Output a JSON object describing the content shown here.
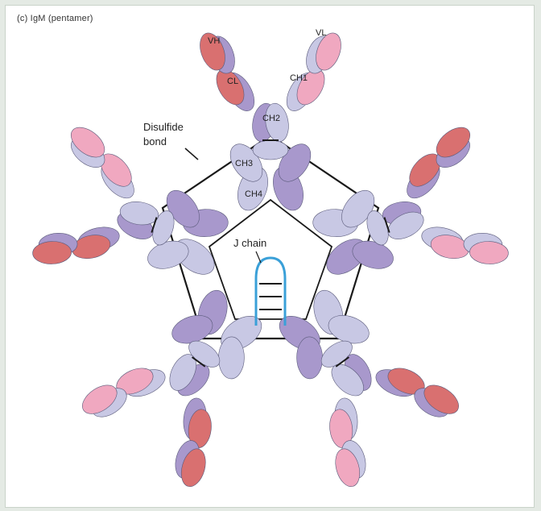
{
  "figure": {
    "caption": "(c) IgM (pentamer)"
  },
  "labels": {
    "disulfide_bond": [
      "Disulfide",
      "bond"
    ],
    "j_chain": "J chain",
    "domains": {
      "vl": "VL",
      "vh": "VH",
      "cl": "CL",
      "ch1": "CH1",
      "ch2": "CH2",
      "ch3": "CH3",
      "ch4": "CH4"
    }
  },
  "colors": {
    "heavy_chain_light": "#c8c8e4",
    "heavy_chain_dark": "#a898cc",
    "light_chain_variable": "#d97070",
    "light_chain_constant": "#f0a8c0",
    "j_chain": "#3aa0d8",
    "outline": "#5a5a7a",
    "bond_line": "#1a1a1a"
  }
}
